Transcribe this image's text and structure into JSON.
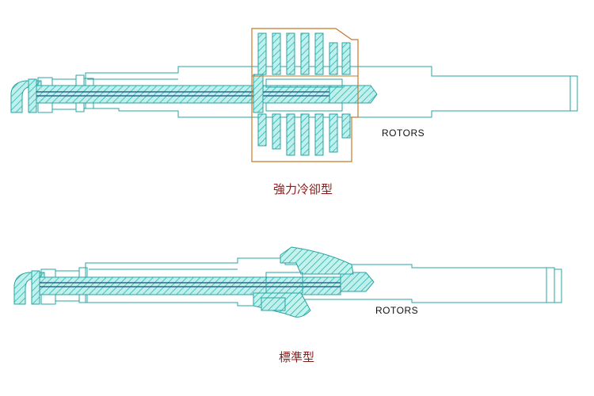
{
  "diagrams": [
    {
      "label": "ROTORS",
      "caption": "強力冷卻型"
    },
    {
      "label": "ROTORS",
      "caption": "標準型"
    }
  ],
  "colors": {
    "outline": "#2aa3a3",
    "hatch": "#2bb5b5",
    "hatch_fill": "#bff0ec",
    "rotor_housing": "#c8782c",
    "caption": "#8b1a1a",
    "label": "#111111"
  }
}
